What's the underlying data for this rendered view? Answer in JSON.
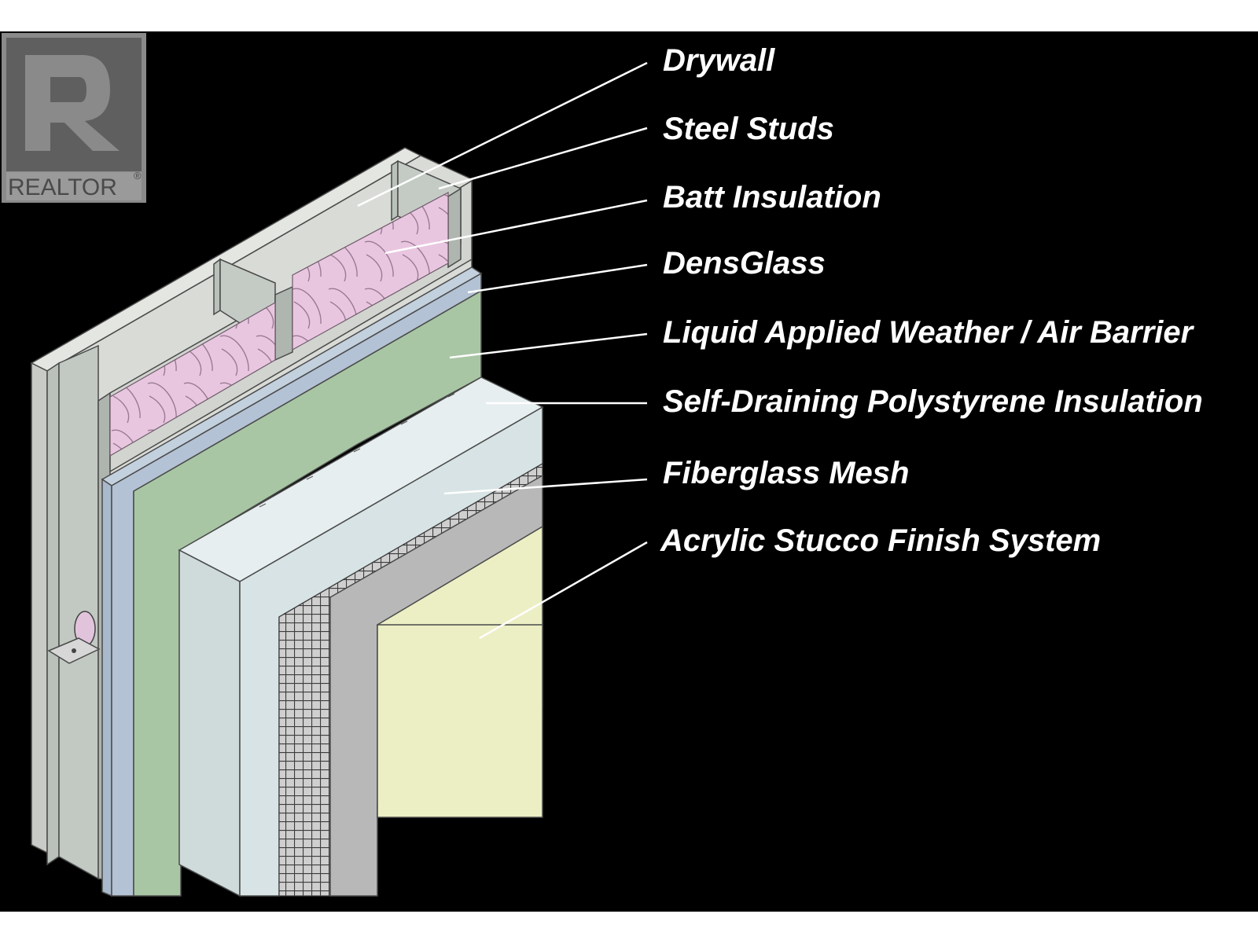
{
  "logo": {
    "text": "REALTOR",
    "mark": "®",
    "icon": "realtor-r-logo-icon"
  },
  "labels": [
    "Drywall",
    "Steel Studs",
    "Batt Insulation",
    "DensGlass",
    "Liquid Applied Weather / Air Barrier",
    "Self-Draining Polystyrene Insulation",
    "Fiberglass Mesh",
    "Acrylic Stucco Finish System"
  ],
  "colors": {
    "background": "#000000",
    "frame": "#ffffff",
    "drywall": "#d9dbd6",
    "steel_stud": "#c2c9c3",
    "batt_insulation": "#e9c6e0",
    "densglass": "#b3c2d4",
    "air_barrier": "#a8c6a4",
    "polystyrene": "#d7e3e4",
    "fiberglass_mesh": "#b5b5b5",
    "base_coat": "#b8b8b8",
    "stucco_finish": "#eceec4",
    "label_text": "#ffffff"
  }
}
